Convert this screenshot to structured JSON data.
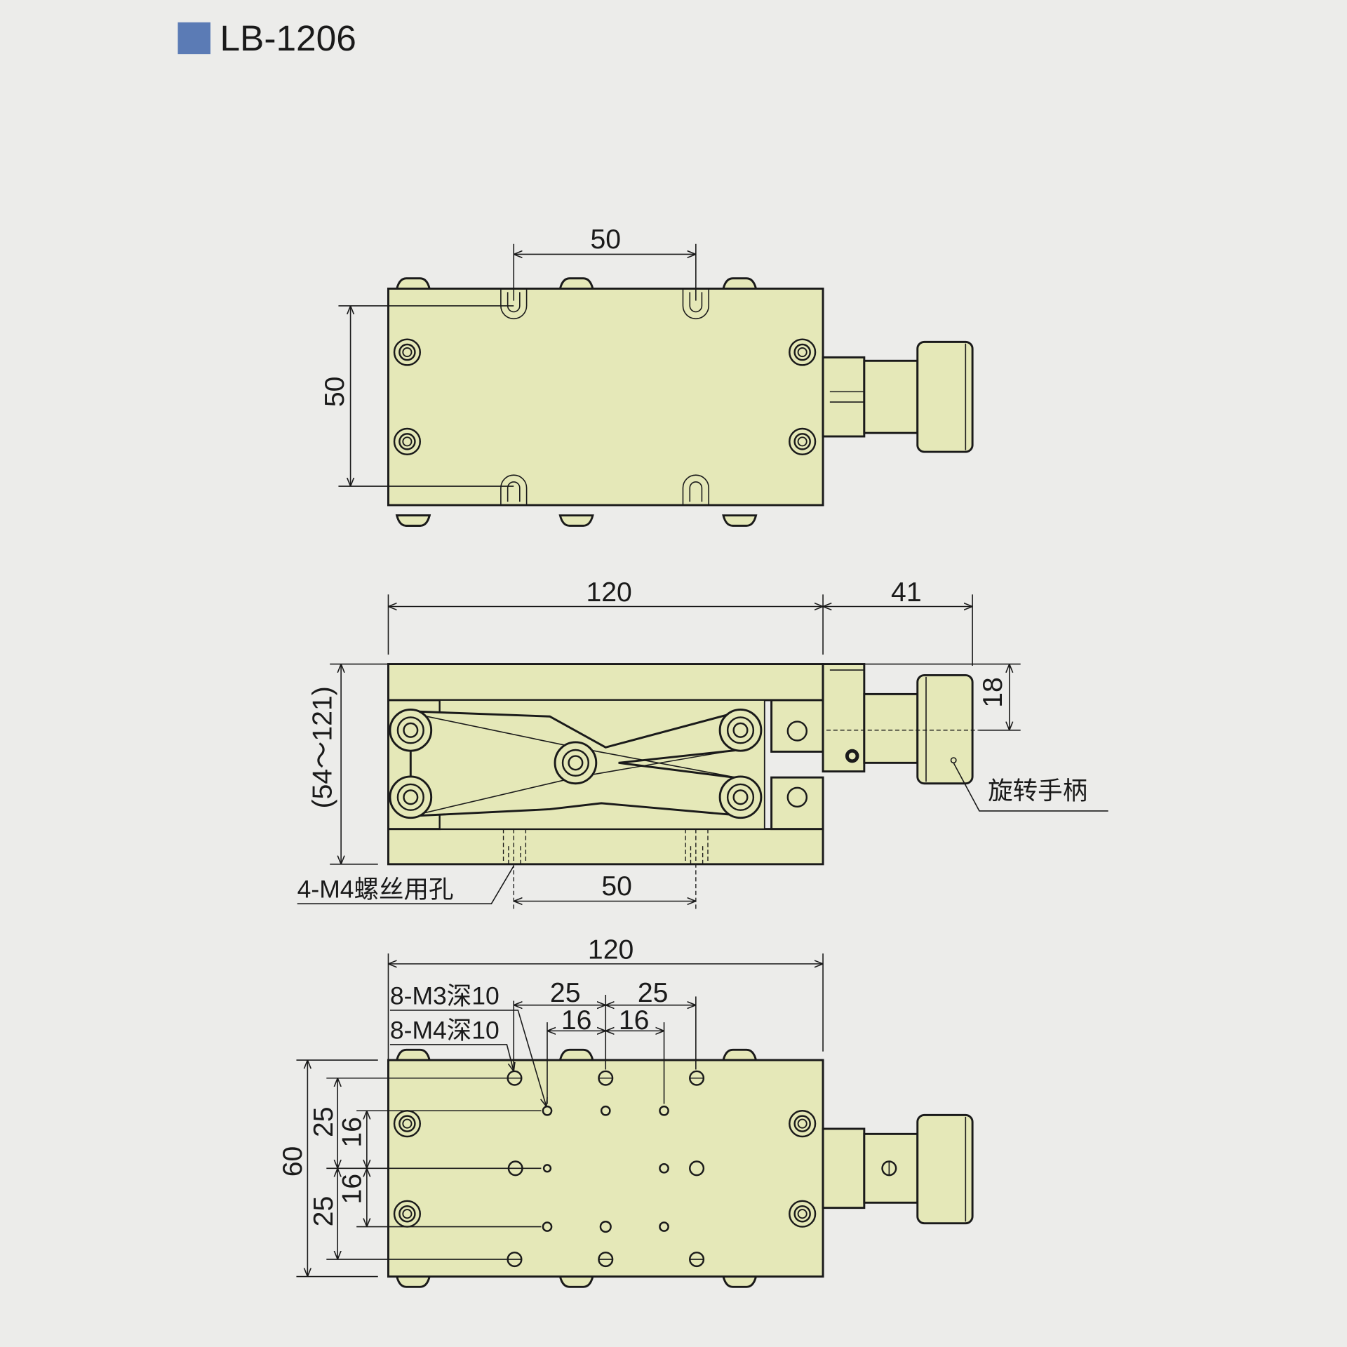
{
  "header": {
    "title": "LB-1206",
    "marker_color": "#5b7bb5"
  },
  "colors": {
    "body": "#e5e8b8",
    "background": "#ececea",
    "line": "#1a1a1a"
  },
  "top_view": {
    "dim_slot_spacing": "50",
    "dim_slot_height": "50"
  },
  "side_view": {
    "dim_length": "120",
    "dim_handle": "41",
    "dim_height_range": "(54～121)",
    "dim_handle_axis": "18",
    "handle_label": "旋转手柄",
    "hole_label": "4-M4螺丝用孔",
    "dim_hole_spacing": "50"
  },
  "bottom_view": {
    "dim_length": "120",
    "label_m3": "8-M3深10",
    "label_m4": "8-M4深10",
    "dim_25_left": "25",
    "dim_25_right": "25",
    "dim_16_left": "16",
    "dim_16_right": "16",
    "dim_width": "60",
    "dim_25_top": "25",
    "dim_25_bottom": "25",
    "dim_16_top": "16",
    "dim_16_bottom": "16"
  }
}
